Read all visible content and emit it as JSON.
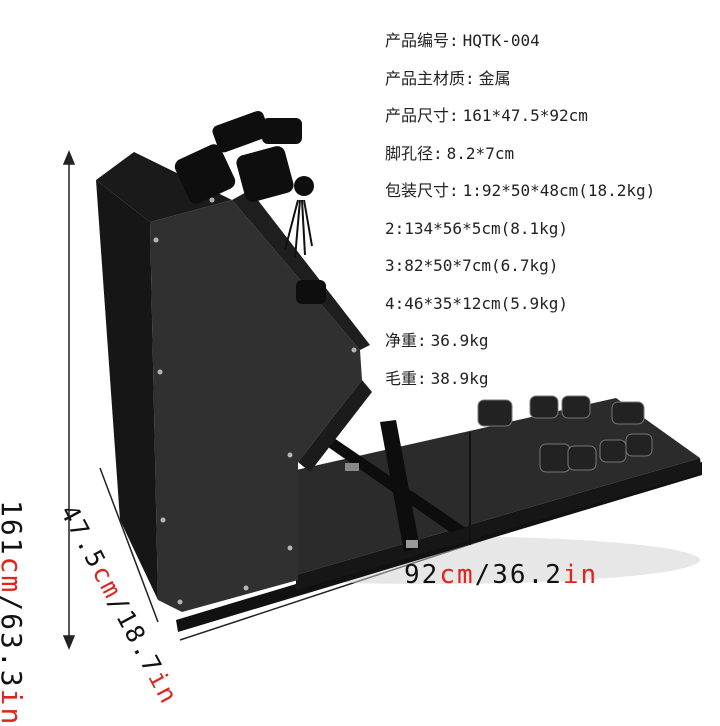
{
  "specs": {
    "model": {
      "label": "产品编号",
      "value": "HQTK-004"
    },
    "material": {
      "label": "产品主材质",
      "value": "金属"
    },
    "size": {
      "label": "产品尺寸",
      "value": "161*47.5*92cm"
    },
    "foot_hole": {
      "label": "脚孔径",
      "value": "8.2*7cm"
    },
    "package_1": {
      "label": "包装尺寸",
      "value": "1:92*50*48cm(18.2kg)"
    },
    "package_2": "2:134*56*5cm(8.1kg)",
    "package_3": "3:82*50*7cm(6.7kg)",
    "package_4": "4:46*35*12cm(5.9kg)",
    "net_weight": {
      "label": "净重",
      "value": "36.9kg"
    },
    "gross_weight": {
      "label": "毛重",
      "value": "38.9kg"
    },
    "colon": ":"
  },
  "dimensions": {
    "height": {
      "num": "161",
      "unit_cm": "cm",
      "slash": "/",
      "inch": "63.3",
      "unit_in": "in"
    },
    "depth": {
      "num": "47.5",
      "unit_cm": "cm",
      "slash": "/",
      "inch": "18.7",
      "unit_in": "in"
    },
    "width": {
      "num": "92",
      "unit_cm": "cm",
      "slash": "/",
      "inch": "36.2",
      "unit_in": "in"
    },
    "accent_color": "#e0231b"
  }
}
